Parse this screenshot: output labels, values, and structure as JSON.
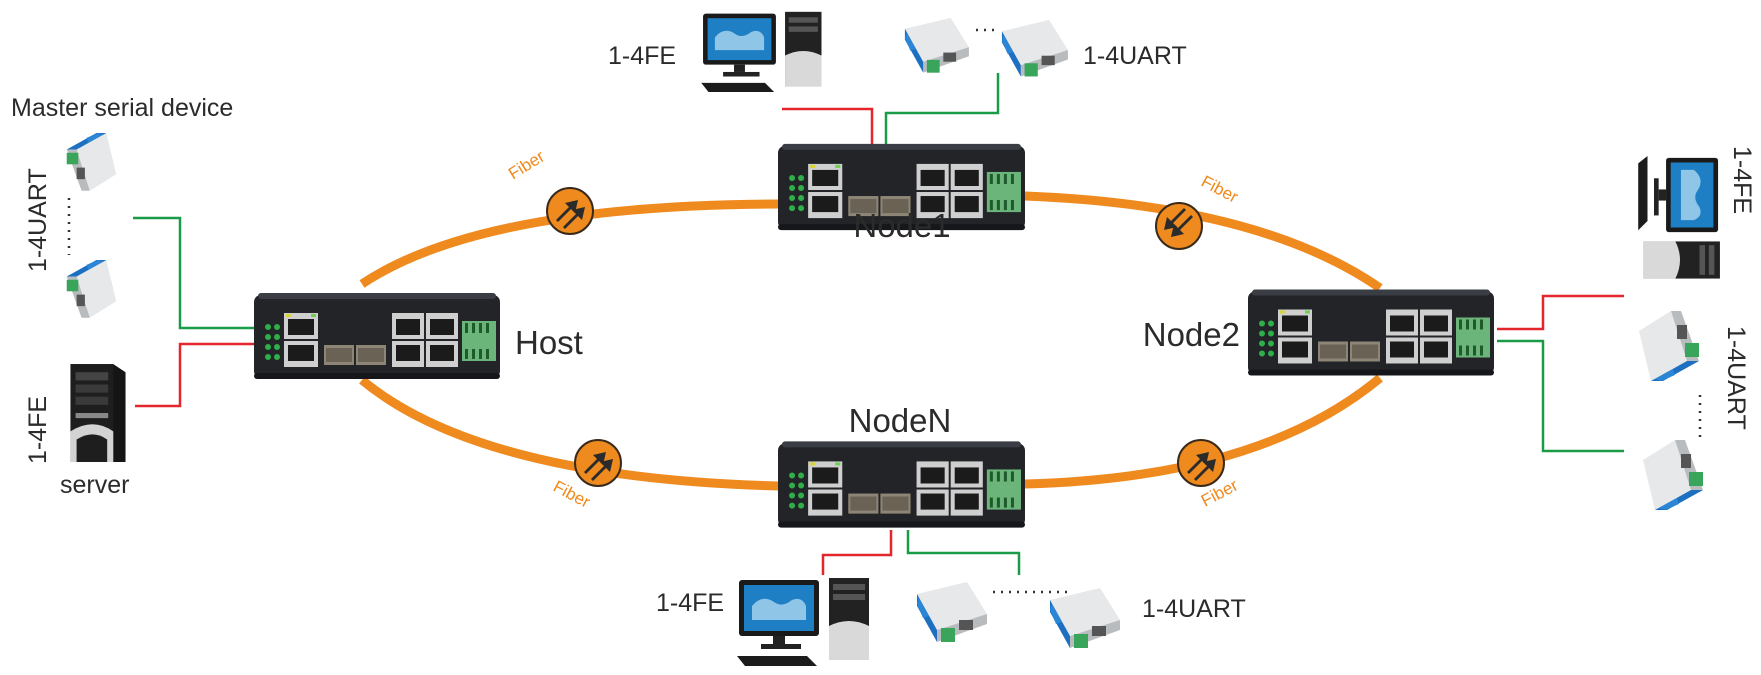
{
  "colors": {
    "fiber_ring": "#ef8a1f",
    "ethernet_link": "#e3262b",
    "serial_link": "#1a9b48",
    "label_text": "#2b2b2b"
  },
  "nodes": {
    "host": "Host",
    "node1": "Node1",
    "node2": "Node2",
    "nodeN": "NodeN"
  },
  "fiber_label": "Fiber",
  "left": {
    "title": "Master serial device",
    "uart_label": "1-4UART",
    "fe_label": "1-4FE",
    "server_label": "server"
  },
  "top": {
    "fe_label": "1-4FE",
    "uart_label": "1-4UART"
  },
  "right": {
    "fe_label": "1-4FE",
    "uart_label": "1-4UART"
  },
  "bottom": {
    "fe_label": "1-4FE",
    "uart_label": "1-4UART"
  },
  "icons": {
    "switch": "industrial-ring-switch",
    "pc": "desktop-computer",
    "serial": "serial-converter",
    "server": "tower-server",
    "fiber": "fiber-coupler-arrows"
  }
}
